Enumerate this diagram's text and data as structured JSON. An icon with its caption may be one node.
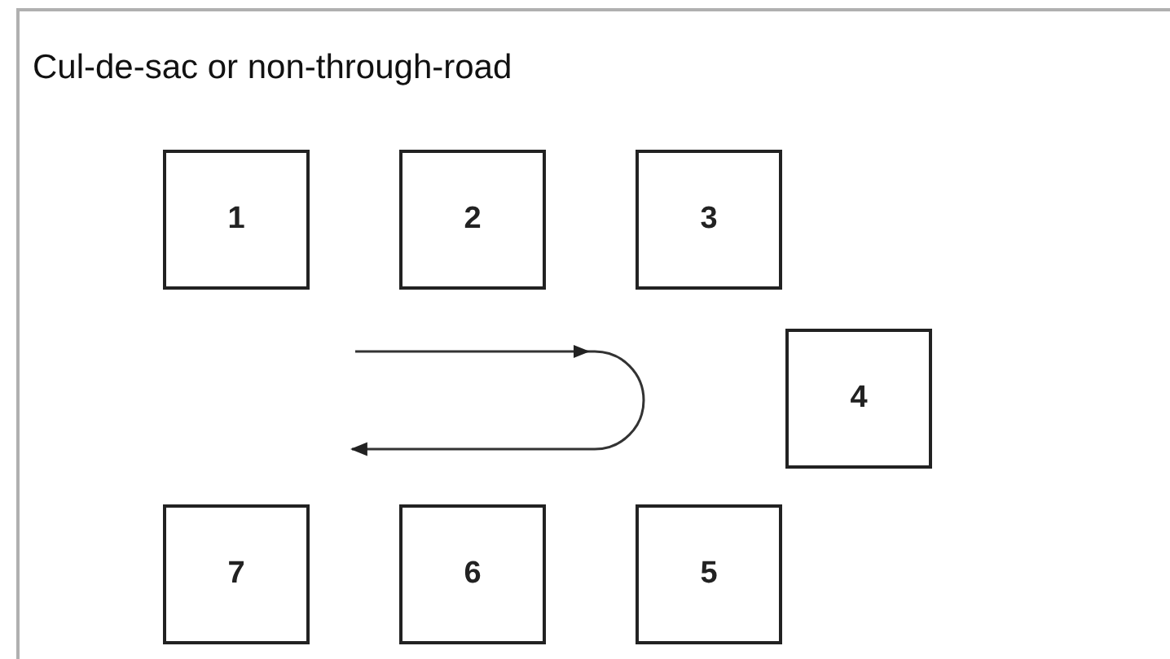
{
  "diagram": {
    "title": "Cul-de-sac or non-through-road",
    "nodes": [
      {
        "text": [
          "1"
        ]
      },
      {
        "text": [
          "2"
        ]
      },
      {
        "text": [
          "3"
        ]
      },
      {
        "text": [
          "4"
        ]
      },
      {
        "text": [
          "7"
        ]
      },
      {
        "text": [
          "6"
        ]
      },
      {
        "text": [
          "5"
        ]
      }
    ]
  }
}
